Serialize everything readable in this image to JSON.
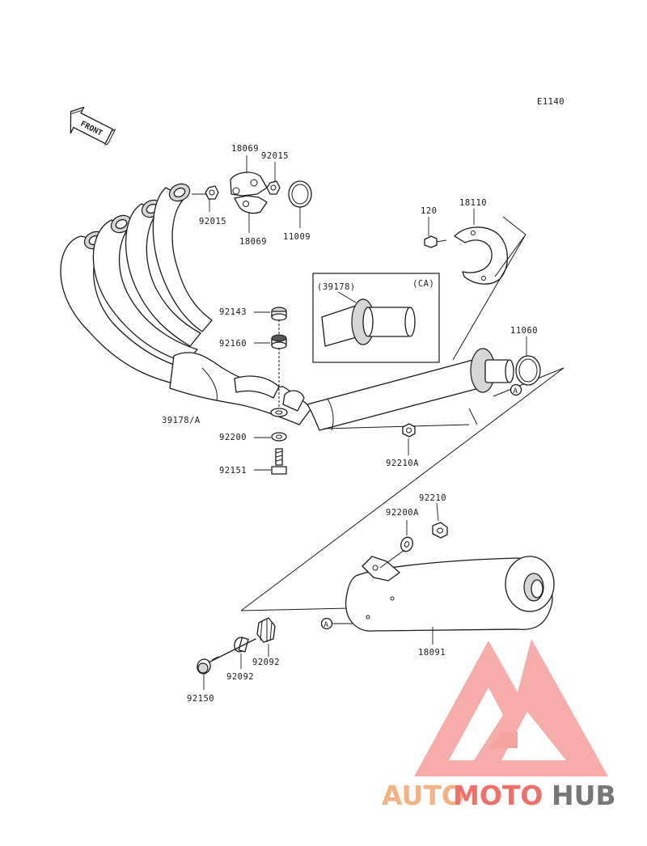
{
  "diagram_code": "E1140",
  "front_label": "FRONT",
  "inset": {
    "ref_label": "(39178)",
    "note": "(CA)"
  },
  "callout_marker": "A",
  "parts": {
    "p18069_top": "18069",
    "p92015_top": "92015",
    "p92015_left": "92015",
    "p18069_bottom": "18069",
    "p11009": "11009",
    "p120": "120",
    "p18110": "18110",
    "p92143": "92143",
    "p92160": "92160",
    "p11060": "11060",
    "p39178A": "39178/A",
    "p92200": "92200",
    "p92151": "92151",
    "p92210A": "92210A",
    "p92210": "92210",
    "p92200A": "92200A",
    "p92092_right": "92092",
    "p92092_left": "92092",
    "p18091": "18091",
    "p92150": "92150"
  },
  "watermark": {
    "part1": "AUTO",
    "part2": "MOTO",
    "part3": "HUB"
  },
  "colors": {
    "line": "#1a1a1a",
    "watermark_orange": "#f4b183",
    "watermark_red": "#ef6f6a",
    "watermark_gray": "#777777"
  }
}
